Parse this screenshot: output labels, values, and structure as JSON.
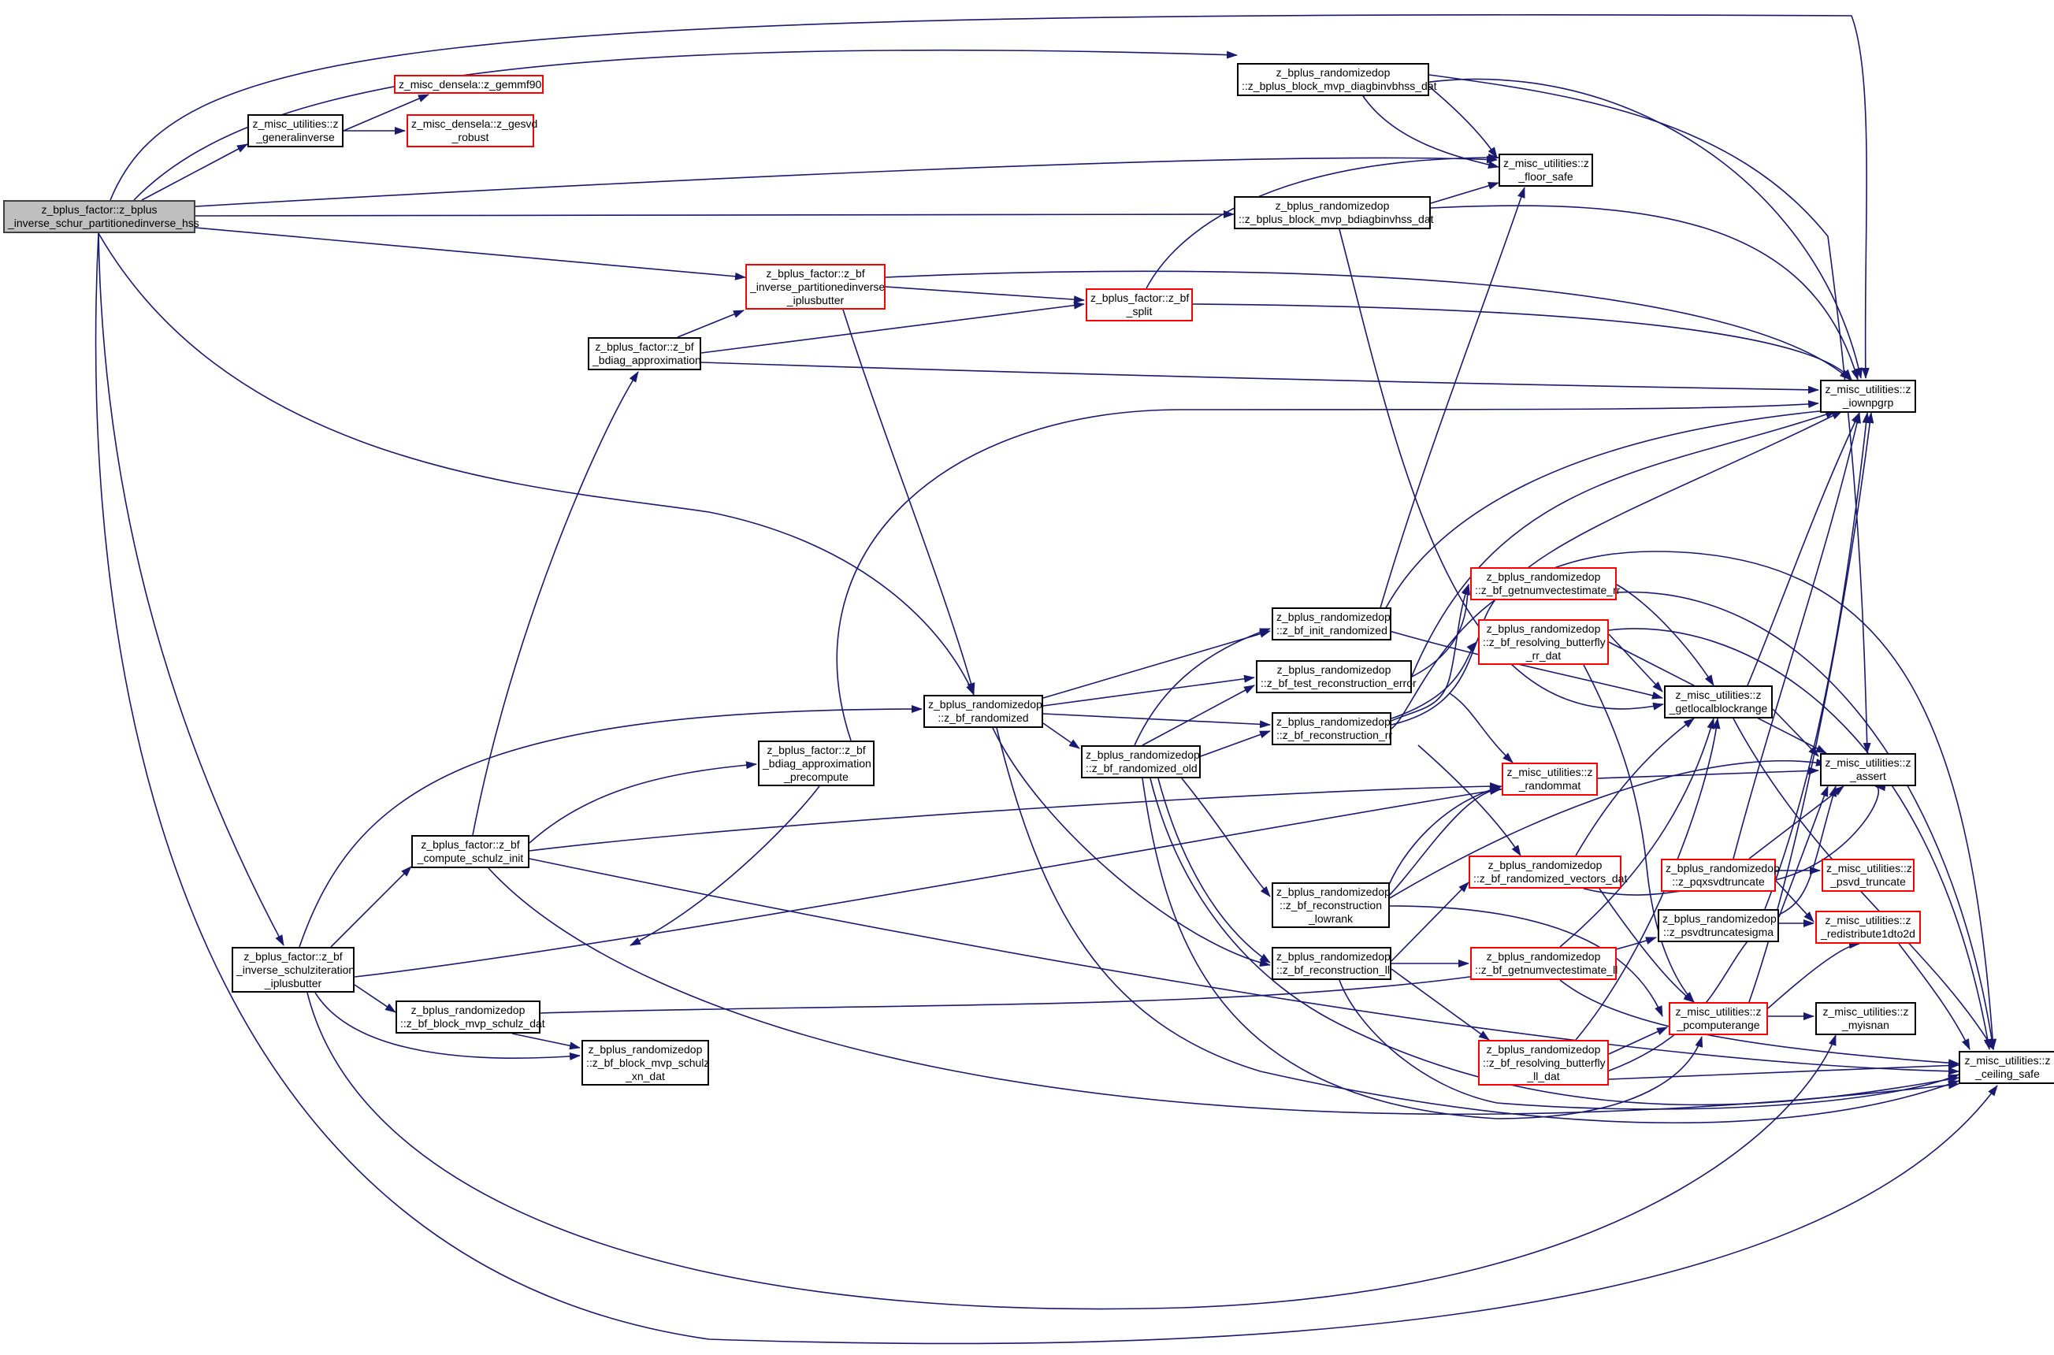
{
  "colors": {
    "edge": "#191970",
    "box": "#000000",
    "box_incomplete": "#ff0000",
    "root_fill": "#bfbfbf"
  },
  "nodes": {
    "root": {
      "lines": [
        "z_bplus_factor::z_bplus",
        "_inverse_schur_partitionedinverse_hss"
      ]
    },
    "zgeninv": {
      "lines": [
        "z_misc_utilities::z",
        "_generalinverse"
      ]
    },
    "zgemmf90": {
      "lines": [
        "z_misc_densela::z_gemmf90"
      ]
    },
    "zgesvd": {
      "lines": [
        "z_misc_densela::z_gesvd",
        "_robust"
      ]
    },
    "diaginv": {
      "lines": [
        "z_bplus_randomizedop",
        "::z_bplus_block_mvp_diagbinvbhss_dat"
      ]
    },
    "floor": {
      "lines": [
        "z_misc_utilities::z",
        "_floor_safe"
      ]
    },
    "bdiaginv": {
      "lines": [
        "z_bplus_randomizedop",
        "::z_bplus_block_mvp_bdiagbinvhss_dat"
      ]
    },
    "invpart": {
      "lines": [
        "z_bplus_factor::z_bf",
        "_inverse_partitionedinverse",
        "_iplusbutter"
      ]
    },
    "split": {
      "lines": [
        "z_bplus_factor::z_bf",
        "_split"
      ]
    },
    "bdiagapprox": {
      "lines": [
        "z_bplus_factor::z_bf",
        "_bdiag_approximation"
      ]
    },
    "iownpgrp": {
      "lines": [
        "z_misc_utilities::z",
        "_iownpgrp"
      ]
    },
    "getnumrr": {
      "lines": [
        "z_bplus_randomizedop",
        "::z_bf_getnumvectestimate_rr"
      ]
    },
    "initrand": {
      "lines": [
        "z_bplus_randomizedop",
        "::z_bf_init_randomized"
      ]
    },
    "resolvrr": {
      "lines": [
        "z_bplus_randomizedop",
        "::z_bf_resolving_butterfly",
        "_rr_dat"
      ]
    },
    "testrec": {
      "lines": [
        "z_bplus_randomizedop",
        "::z_bf_test_reconstruction_error"
      ]
    },
    "getlocal": {
      "lines": [
        "z_misc_utilities::z",
        "_getlocalblockrange"
      ]
    },
    "bfrand": {
      "lines": [
        "z_bplus_randomizedop",
        "::z_bf_randomized"
      ]
    },
    "recrr": {
      "lines": [
        "z_bplus_randomizedop",
        "::z_bf_reconstruction_rr"
      ]
    },
    "bfold": {
      "lines": [
        "z_bplus_randomizedop",
        "::z_bf_randomized_old"
      ]
    },
    "assert": {
      "lines": [
        "z_misc_utilities::z",
        "_assert"
      ]
    },
    "precomp": {
      "lines": [
        "z_bplus_factor::z_bf",
        "_bdiag_approximation",
        "_precompute"
      ]
    },
    "randommat": {
      "lines": [
        "z_misc_utilities::z",
        "_randommat"
      ]
    },
    "schinit": {
      "lines": [
        "z_bplus_factor::z_bf",
        "_compute_schulz_init"
      ]
    },
    "randvec": {
      "lines": [
        "z_bplus_randomizedop",
        "::z_bf_randomized_vectors_dat"
      ]
    },
    "pqx": {
      "lines": [
        "z_bplus_randomizedop",
        "::z_pqxsvdtruncate"
      ]
    },
    "psvd": {
      "lines": [
        "z_misc_utilities::z",
        "_psvd_truncate"
      ]
    },
    "reclow": {
      "lines": [
        "z_bplus_randomizedop",
        "::z_bf_reconstruction",
        "_lowrank"
      ]
    },
    "psvdsig": {
      "lines": [
        "z_bplus_randomizedop",
        "::z_psvdtruncatesigma"
      ]
    },
    "redist": {
      "lines": [
        "z_misc_utilities::z",
        "_redistribute1dto2d"
      ]
    },
    "schiter": {
      "lines": [
        "z_bplus_factor::z_bf",
        "_inverse_schulziteration",
        "_iplusbutter"
      ]
    },
    "recll": {
      "lines": [
        "z_bplus_randomizedop",
        "::z_bf_reconstruction_ll"
      ]
    },
    "getnumll": {
      "lines": [
        "z_bplus_randomizedop",
        "::z_bf_getnumvectestimate_ll"
      ]
    },
    "pcomp": {
      "lines": [
        "z_misc_utilities::z",
        "_pcomputerange"
      ]
    },
    "myisnan": {
      "lines": [
        "z_misc_utilities::z",
        "_myisnan"
      ]
    },
    "schdat": {
      "lines": [
        "z_bplus_randomizedop",
        "::z_bf_block_mvp_schulz_dat"
      ]
    },
    "resolvll": {
      "lines": [
        "z_bplus_randomizedop",
        "::z_bf_resolving_butterfly",
        "_ll_dat"
      ]
    },
    "ceiling": {
      "lines": [
        "z_misc_utilities::z",
        "_ceiling_safe"
      ]
    },
    "schxn": {
      "lines": [
        "z_bplus_randomizedop",
        "::z_bf_block_mvp_schulz",
        "_xn_dat"
      ]
    }
  }
}
